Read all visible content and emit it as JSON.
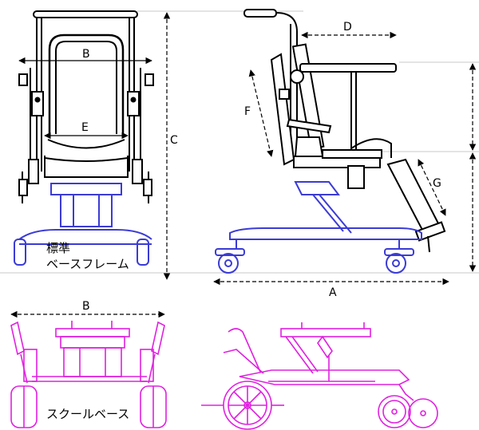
{
  "dimension_labels": {
    "A": "A",
    "B_top": "B",
    "B_bottom": "B",
    "C": "C",
    "D": "D",
    "E": "E",
    "F": "F",
    "G": "G"
  },
  "base_labels": {
    "standard_line1": "標準",
    "standard_line2": "ベースフレーム",
    "school": "スクールベース"
  },
  "colors": {
    "frame": "#000000",
    "base_blue": "#3b3bd6",
    "base_magenta": "#e020e0",
    "dimension": "#000000",
    "guide": "#c8c8c8"
  }
}
